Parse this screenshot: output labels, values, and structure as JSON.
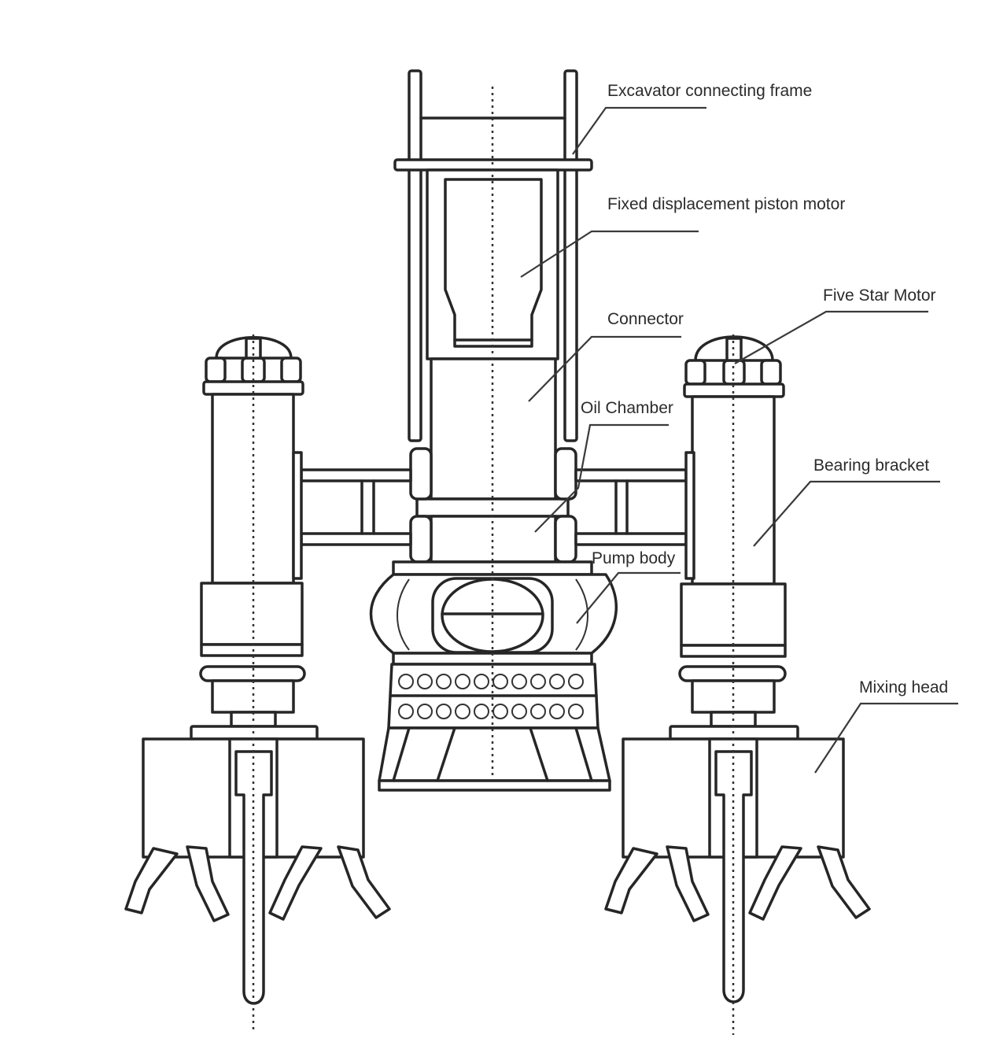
{
  "diagram": {
    "labels": {
      "excavator_frame": "Excavator connecting frame",
      "piston_motor": "Fixed displacement piston motor",
      "five_star_motor": "Five Star Motor",
      "connector": "Connector",
      "oil_chamber": "Oil Chamber",
      "bearing_bracket": "Bearing bracket",
      "pump_body": "Pump body",
      "mixing_head": "Mixing head"
    },
    "line_color": "#262626",
    "background": "#ffffff"
  }
}
